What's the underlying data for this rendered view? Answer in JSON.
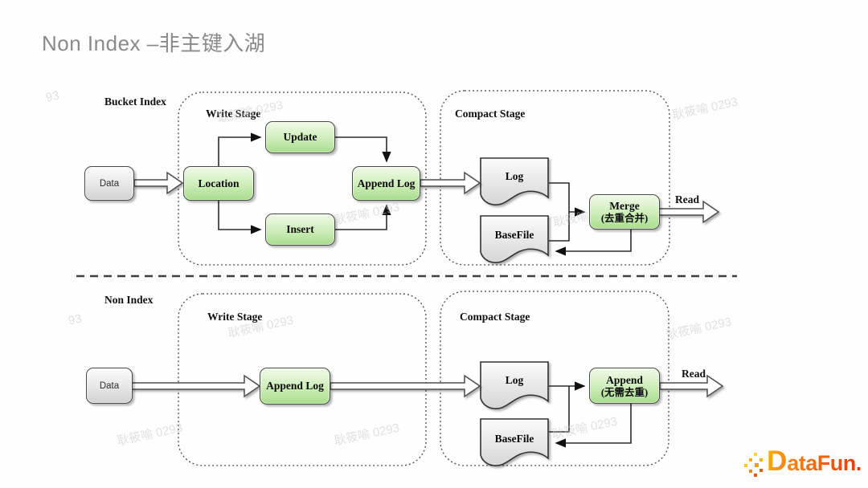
{
  "title": "Non Index –非主键入湖",
  "watermark": {
    "full": "耿筱喻 0293",
    "name": "耿筱喻",
    "left_partial": "93"
  },
  "top": {
    "index_label": "Bucket Index",
    "write_stage": "Write Stage",
    "compact_stage": "Compact Stage",
    "data": "Data",
    "location": "Location",
    "update": "Update",
    "insert": "Insert",
    "append_log": "Append Log",
    "log": "Log",
    "basefile": "BaseFile",
    "merge_title": "Merge",
    "merge_sub": "(去重合并)",
    "read": "Read"
  },
  "bottom": {
    "index_label": "Non Index",
    "write_stage": "Write Stage",
    "compact_stage": "Compact Stage",
    "data": "Data",
    "append_log": "Append Log",
    "log": "Log",
    "basefile": "BaseFile",
    "append_title": "Append",
    "append_sub": "(无需去重)",
    "read": "Read"
  },
  "logo": {
    "initial": "D",
    "rest": "ataFun."
  },
  "colors": {
    "node_green": "#a9dd8e",
    "node_gray": "#d2d2d2",
    "title_gray": "#8a8a8a",
    "line_dark": "#2b2b2b",
    "logo_orange": "#f59f00",
    "logo_red": "#e8380d"
  }
}
